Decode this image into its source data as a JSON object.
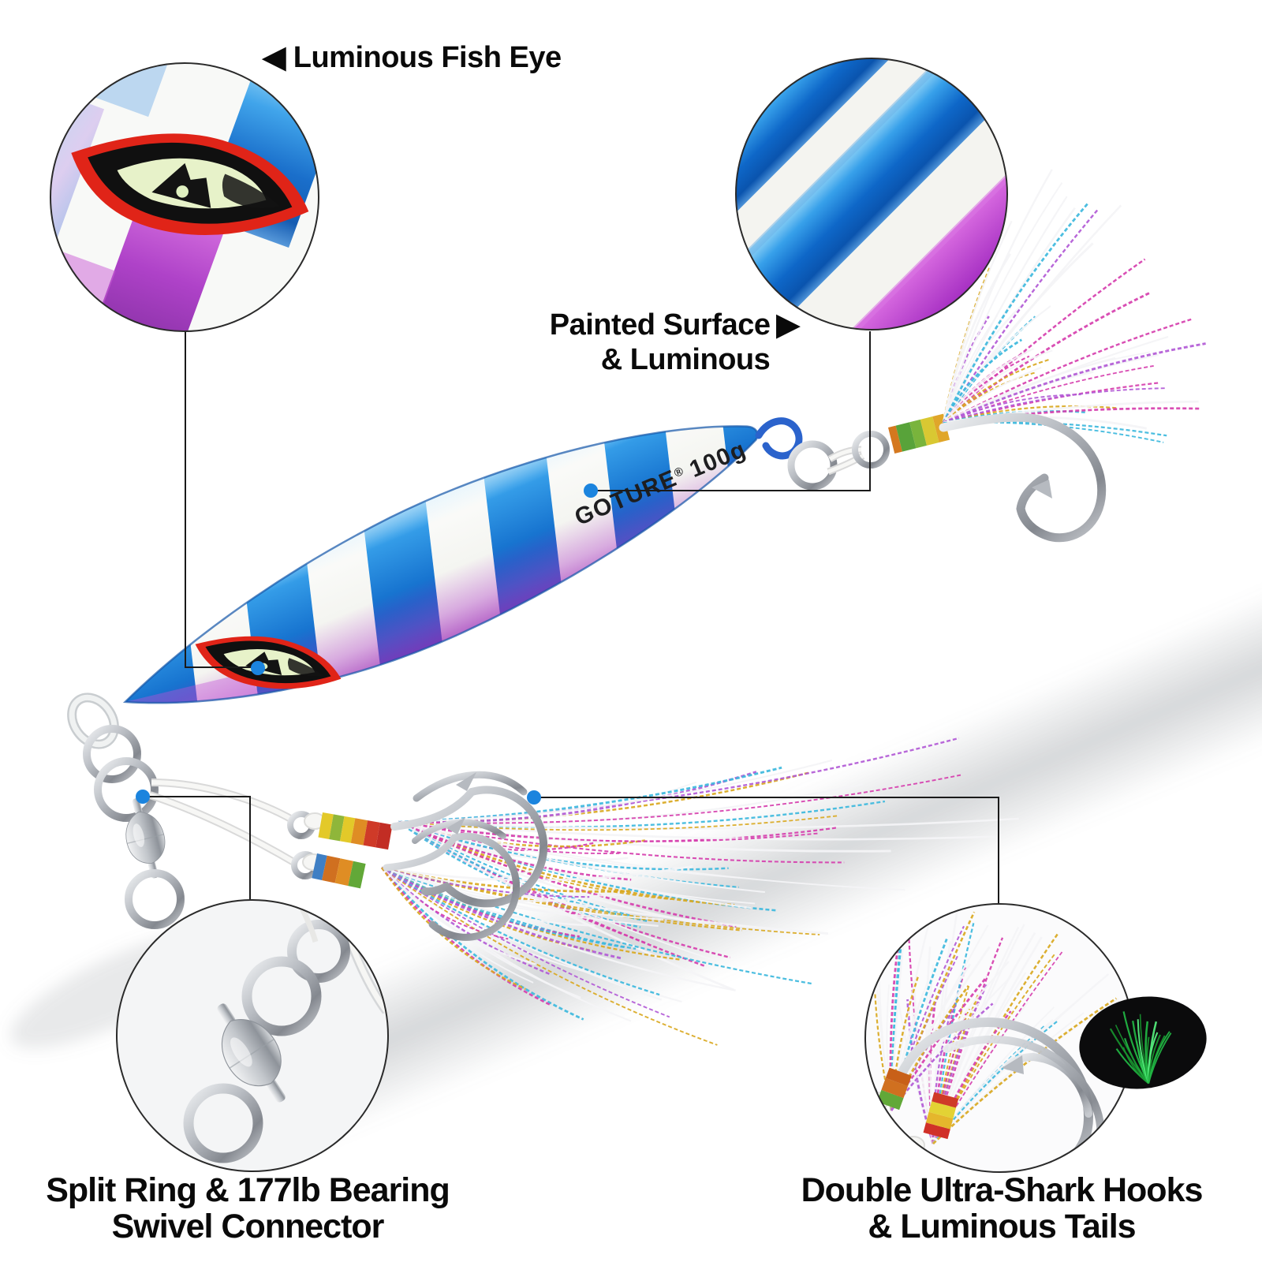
{
  "annotations": {
    "fish_eye": {
      "arrow": "◀",
      "label": "Luminous Fish Eye"
    },
    "painted": {
      "line1": "Painted Surface",
      "arrow": "▶",
      "line2": "& Luminous"
    },
    "swivel": {
      "line1": "Split Ring & 177lb Bearing",
      "line2": "Swivel Connector"
    },
    "hooks": {
      "line1": "Double Ultra-Shark Hooks",
      "line2": "& Luminous Tails"
    }
  },
  "lure": {
    "brand": "GOTURE",
    "registered": "®",
    "weight": "100g"
  },
  "colors": {
    "text": "#0a0a0a",
    "callout_line": "#1a1a1a",
    "accent_dot": "#1b84de",
    "body_blue": "#0e67c8",
    "body_blue_light": "#8fd4f6",
    "body_white": "#f2f3ee",
    "body_purple": "#a832c4",
    "eye_red": "#e02418",
    "eye_black": "#101010",
    "eye_luminous": "#e7f2c9",
    "silver": "#b9bdc3",
    "glow_green": "#35e45a",
    "tinsel": [
      "#f4f4f6",
      "#d63fae",
      "#d9a81f",
      "#3db9dd",
      "#b25ad6"
    ],
    "glow_palette": [
      "#35e45a",
      "#22b944",
      "#56f07e",
      "#18942f"
    ]
  }
}
